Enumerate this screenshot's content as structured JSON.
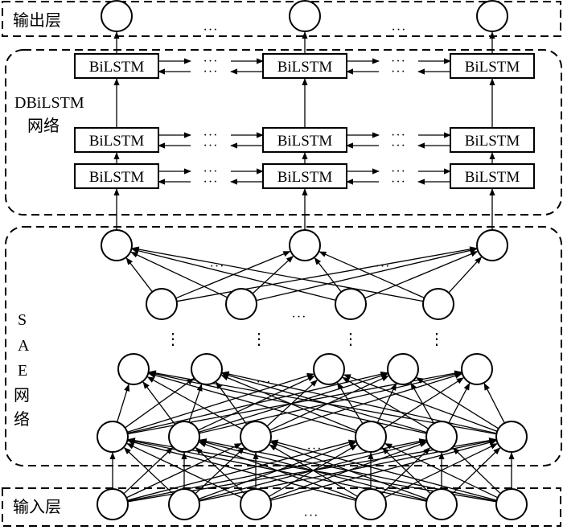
{
  "labels": {
    "output_layer": "输出层",
    "input_layer": "输入层",
    "dbilstm_line1": "DBiLSTM",
    "dbilstm_line2": "网络",
    "sae_chars": [
      "S",
      "A",
      "E",
      "网",
      "络"
    ]
  },
  "bilstm_cell_label": "BiLSTM",
  "ellipsis": "···",
  "vertical_ellipsis": "⋮"
}
